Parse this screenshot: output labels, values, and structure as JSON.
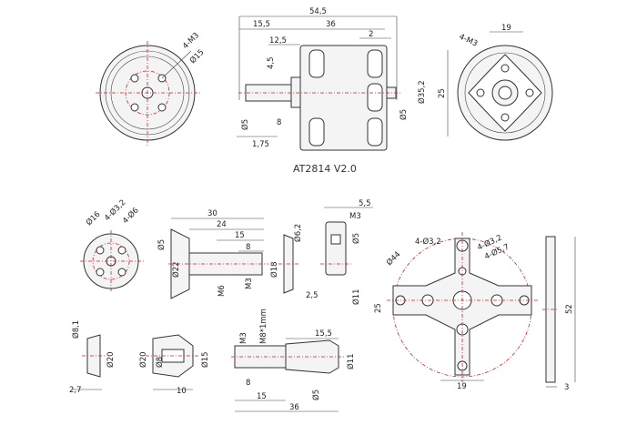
{
  "title": "AT2814 V2.0",
  "motor_front": {
    "holes": "4-M3",
    "pcd": "Ø15"
  },
  "motor_side": {
    "len_total": "54,5",
    "len_shaft": "15,5",
    "len_body": "36",
    "len_2": "2",
    "len_12": "12,5",
    "d_45": "4,5",
    "d_25": "25",
    "d_8": "8",
    "d_shaft": "Ø5",
    "d_shaft_r": "Ø5",
    "d_body": "Ø35,2",
    "len_175": "1,75"
  },
  "motor_rear": {
    "holes": "4-M3",
    "w19": "19",
    "h25": "25"
  },
  "adapter_front": {
    "holes": "4-Ø3,2",
    "pcd": "Ø16",
    "hole2": "4-Ø6"
  },
  "prop_adapter": {
    "len30": "30",
    "len24": "24",
    "len15": "15",
    "len8": "8",
    "d5": "Ø5",
    "d22": "Ø22",
    "d18": "Ø18",
    "m6": "M6",
    "m3": "M3"
  },
  "washer": {
    "d62": "Ø6,2",
    "t25": "2,5"
  },
  "nut": {
    "w55": "5,5",
    "m3": "M3",
    "d5": "Ø5",
    "d11": "Ø11"
  },
  "xmount": {
    "h1": "4-Ø3,2",
    "h2": "4-Ø3,2",
    "h3": "4-Ø5,7",
    "pcd": "Ø44",
    "h25": "25",
    "w19": "19",
    "h52": "52",
    "t3": "3"
  },
  "spacer": {
    "d81": "Ø8,1",
    "d20": "Ø20",
    "t27": "2,7"
  },
  "cone": {
    "d20": "Ø20",
    "d8": "Ø8",
    "d15": "Ø15",
    "t10": "10"
  },
  "shaft_adapter": {
    "m3": "M3",
    "m8": "M8*1mm",
    "len155": "15,5",
    "d11": "Ø11",
    "len8": "8",
    "len15": "15",
    "len36": "36",
    "d5": "Ø5"
  }
}
